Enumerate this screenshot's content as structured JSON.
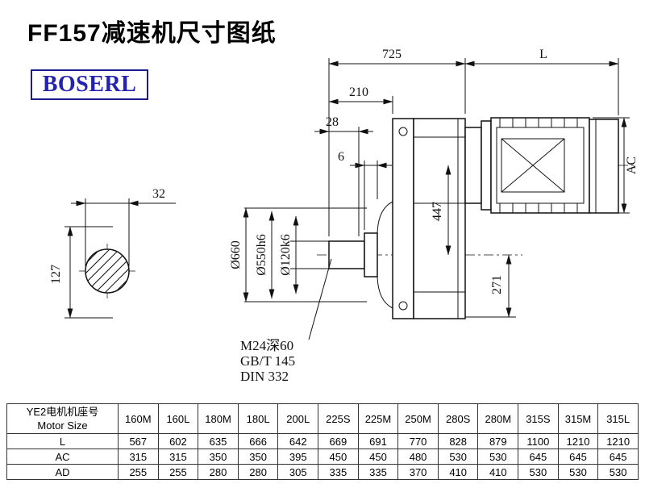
{
  "title": "FF157减速机尺寸图纸",
  "logo": {
    "text": "BOSERL"
  },
  "drawing": {
    "dims": {
      "top_width": "725",
      "motor_length": "L",
      "d210": "210",
      "d28": "28",
      "d6": "6",
      "motor_diameter": "AC",
      "d447": "447",
      "d271": "271",
      "key_width": "32",
      "shaft_height": "127",
      "flange_od": "Ø660",
      "spigot": "Ø550h6",
      "shaft_dia": "Ø120k6",
      "thread": "M24深60",
      "std1": "GB/T 145",
      "std2": "DIN 332"
    }
  },
  "table": {
    "header_cn": "YE2电机机座号",
    "header_en": "Motor Size",
    "columns": [
      "160M",
      "160L",
      "180M",
      "180L",
      "200L",
      "225S",
      "225M",
      "250M",
      "280S",
      "280M",
      "315S",
      "315M",
      "315L"
    ],
    "rows": [
      {
        "label": "L",
        "values": [
          "567",
          "602",
          "635",
          "666",
          "642",
          "669",
          "691",
          "770",
          "828",
          "879",
          "1100",
          "1210",
          "1210"
        ]
      },
      {
        "label": "AC",
        "values": [
          "315",
          "315",
          "350",
          "350",
          "395",
          "450",
          "450",
          "480",
          "530",
          "530",
          "645",
          "645",
          "645"
        ]
      },
      {
        "label": "AD",
        "values": [
          "255",
          "255",
          "280",
          "280",
          "305",
          "335",
          "335",
          "370",
          "410",
          "410",
          "530",
          "530",
          "530"
        ]
      }
    ]
  }
}
